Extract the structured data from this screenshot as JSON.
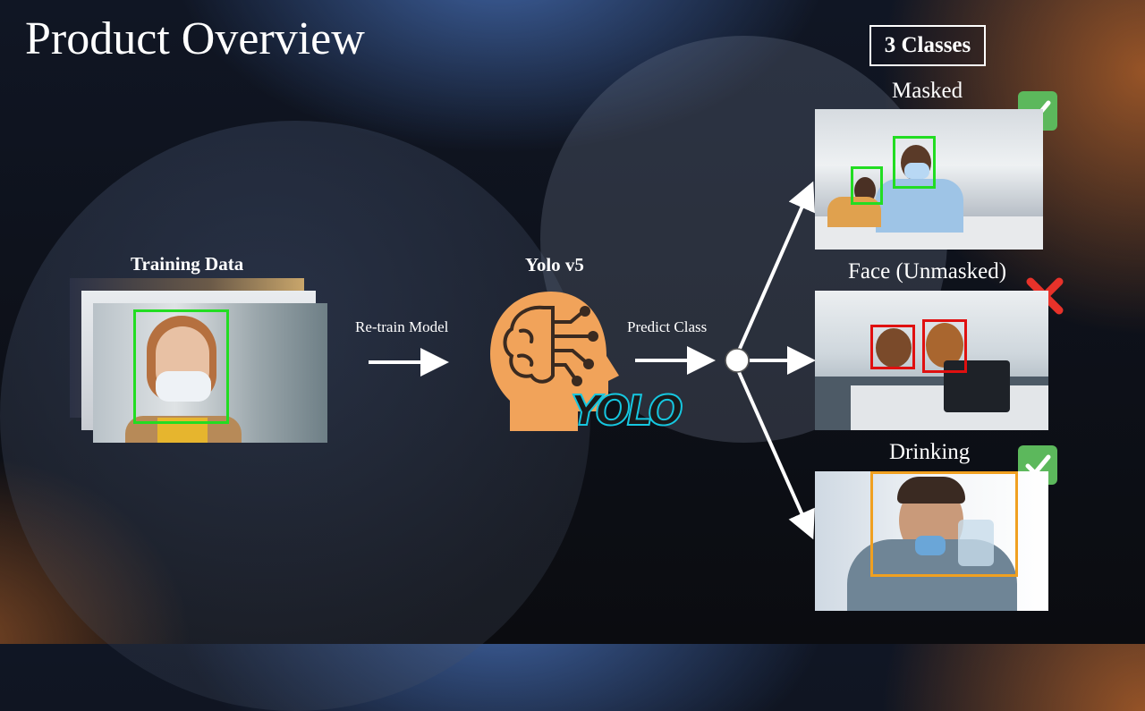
{
  "slide": {
    "title": "Product Overview",
    "classes_box": "3 Classes"
  },
  "flow": {
    "training_label": "Training Data",
    "retrain_label": "Re-train Model",
    "model_label": "Yolo v5",
    "predict_label": "Predict Class",
    "yolo_logo_text": "YOLO"
  },
  "classes": [
    {
      "label": "Masked",
      "status": "check-icon",
      "box_color": "#22dd22"
    },
    {
      "label": "Face (Unmasked)",
      "status": "cross-icon",
      "box_color": "#e01010"
    },
    {
      "label": "Drinking",
      "status": "check-icon",
      "box_color": "#f0a020"
    }
  ],
  "colors": {
    "head_icon": "#f1a35a",
    "arrow": "#ffffff",
    "check_bg": "#5cb85c",
    "cross": "#e8322a"
  }
}
